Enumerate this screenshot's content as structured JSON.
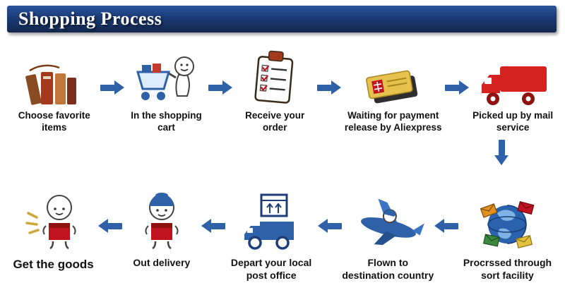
{
  "header": {
    "title": "Shopping Process"
  },
  "colors": {
    "banner": "#1b3a75",
    "arrow": "#2e61a8",
    "truck_red": "#d42221",
    "box_red": "#c1121f",
    "cart_blue": "#2e61a8"
  },
  "steps_top": [
    {
      "label": "Choose favorite items",
      "icon": "favorite-items-icon"
    },
    {
      "label": "In the shopping cart",
      "icon": "shopping-cart-icon"
    },
    {
      "label": "Receive your order",
      "icon": "order-clipboard-icon"
    },
    {
      "label": "Waiting for payment release by Aliexpress",
      "icon": "payment-card-icon"
    },
    {
      "label": "Picked up by mail service",
      "icon": "mail-truck-icon"
    }
  ],
  "steps_bottom": [
    {
      "label": "Get  the goods",
      "icon": "goods-box-icon"
    },
    {
      "label": "Out delivery",
      "icon": "delivery-courier-icon"
    },
    {
      "label": "Depart your local post office",
      "icon": "post-office-truck-icon"
    },
    {
      "label": "Flown to destination country",
      "icon": "airplane-icon"
    },
    {
      "label": "Procrssed through sort facility",
      "icon": "sort-facility-globe-icon"
    }
  ]
}
